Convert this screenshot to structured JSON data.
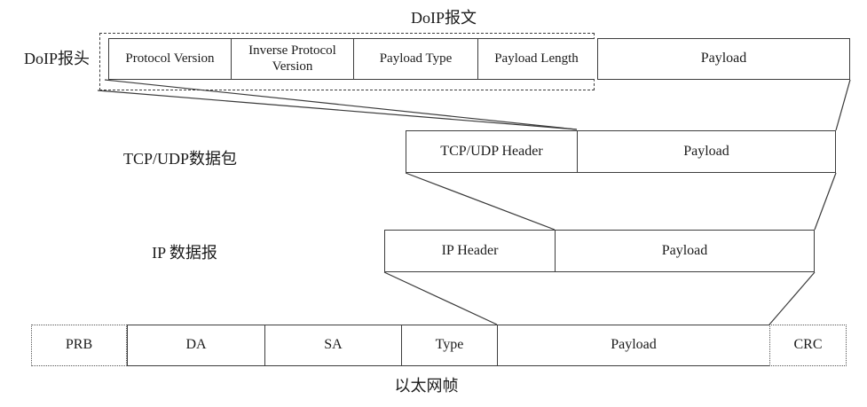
{
  "colors": {
    "line": "#3a3a3a",
    "text": "#1b1b1b",
    "background": "#ffffff"
  },
  "doip": {
    "title": "DoIP报文",
    "header_label": "DoIP报头",
    "cells": [
      "Protocol Version",
      "Inverse Protocol Version",
      "Payload Type",
      "Payload Length",
      "Payload"
    ]
  },
  "tcp_udp": {
    "label": "TCP/UDP数据包",
    "cells": [
      "TCP/UDP Header",
      "Payload"
    ]
  },
  "ip": {
    "label": "IP 数据报",
    "cells": [
      "IP Header",
      "Payload"
    ]
  },
  "ethernet": {
    "label": "以太网帧",
    "cells": [
      "PRB",
      "DA",
      "SA",
      "Type",
      "Payload",
      "CRC"
    ]
  }
}
